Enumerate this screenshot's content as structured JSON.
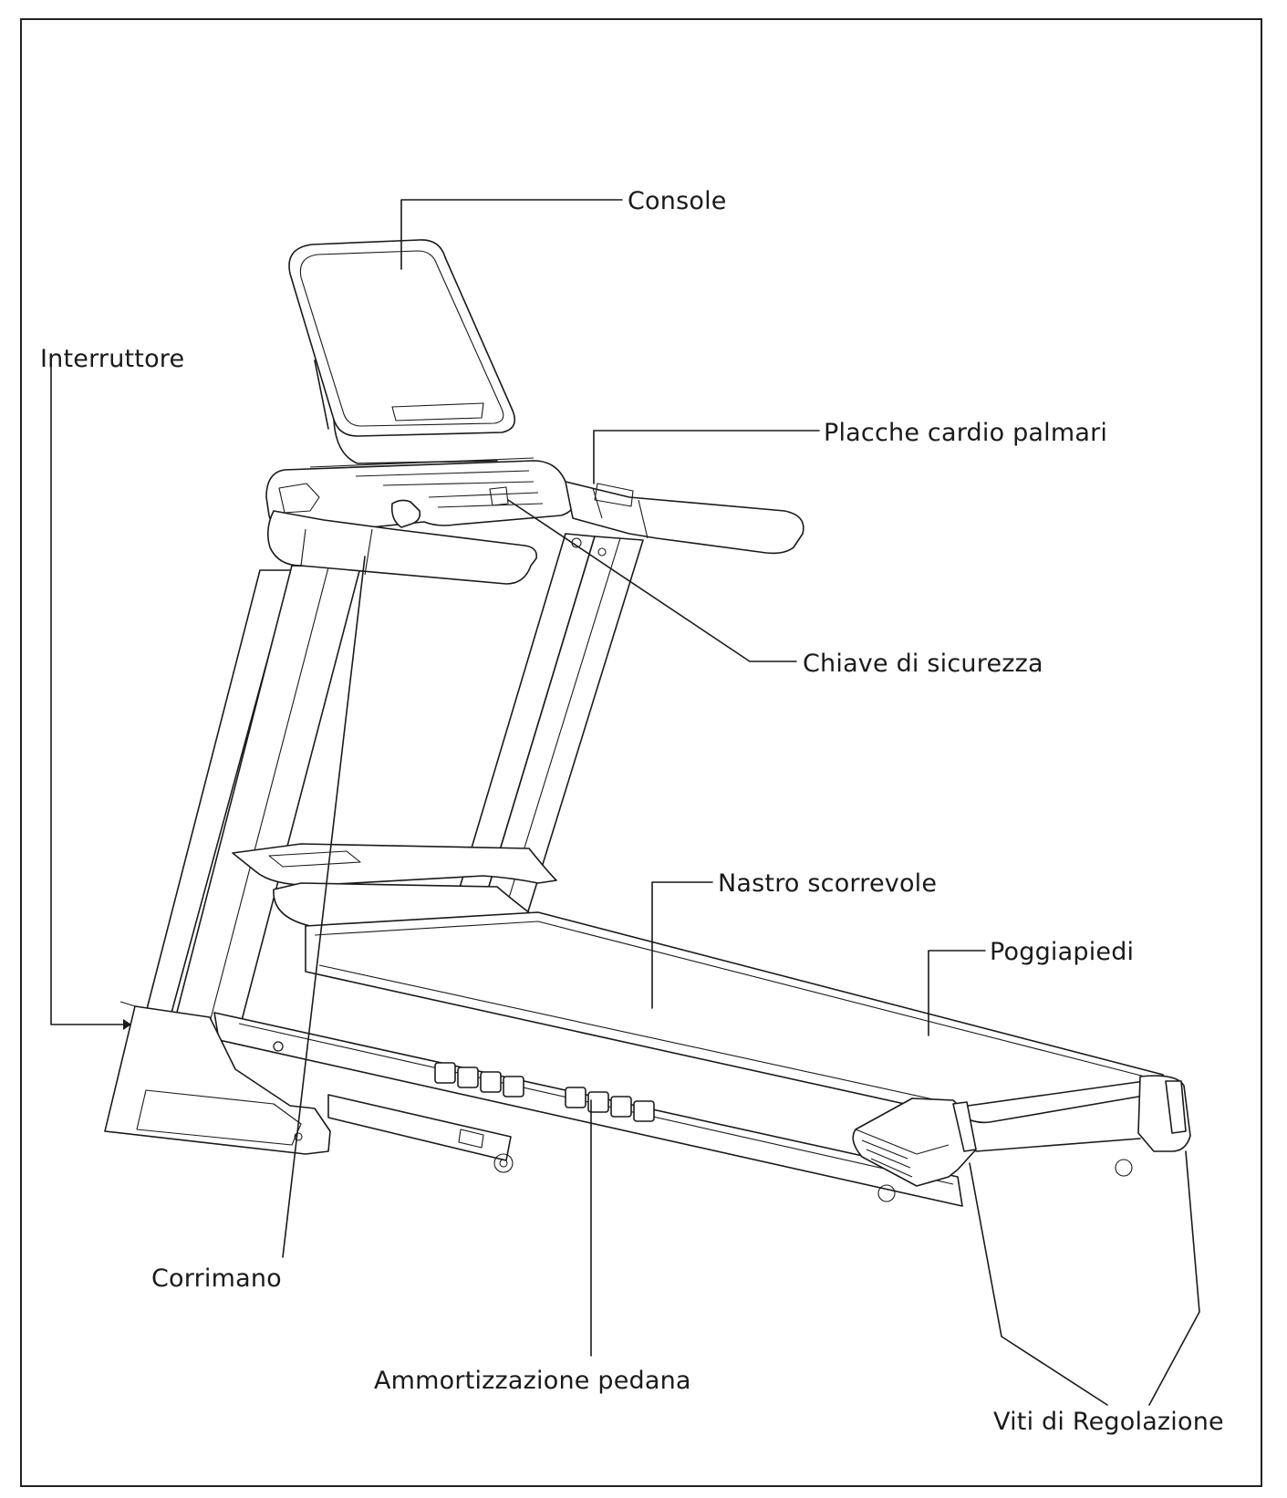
{
  "labels": {
    "console": "Console",
    "interruttore": "Interruttore",
    "placche": "Placche cardio palmari",
    "chiave": "Chiave di sicurezza",
    "nastro": "Nastro scorrevole",
    "poggiapiedi": "Poggiapiedi",
    "corrimano": "Corrimano",
    "ammortizzazione": "Ammortizzazione pedana",
    "viti": "Viti di Regolazione"
  }
}
